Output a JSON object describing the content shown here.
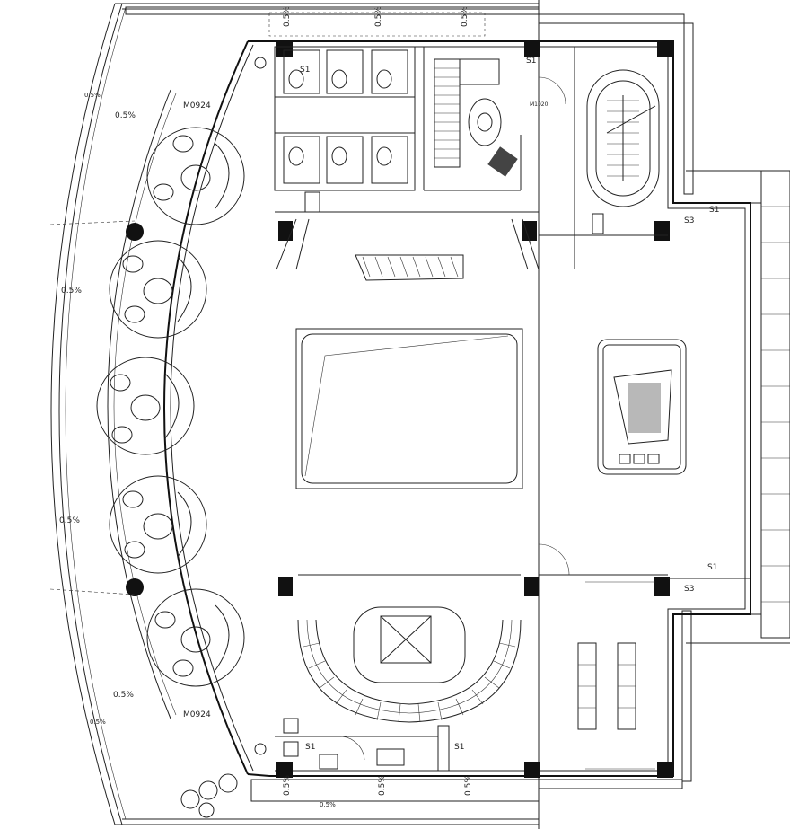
{
  "plan": {
    "slope_labels": [
      "0.5%",
      "0.5%",
      "0.5%",
      "0.5%",
      "0.5%",
      "0.5%",
      "0.5%",
      "0.5%",
      "0.5%",
      "0.5%",
      "0.5%",
      "0.5%",
      "0.5%"
    ],
    "door_labels": [
      "M0924",
      "M0924",
      "M1020"
    ],
    "tag_labels": [
      "S1",
      "S1",
      "S1",
      "S1",
      "S1",
      "S3",
      "S3",
      "S1"
    ]
  }
}
